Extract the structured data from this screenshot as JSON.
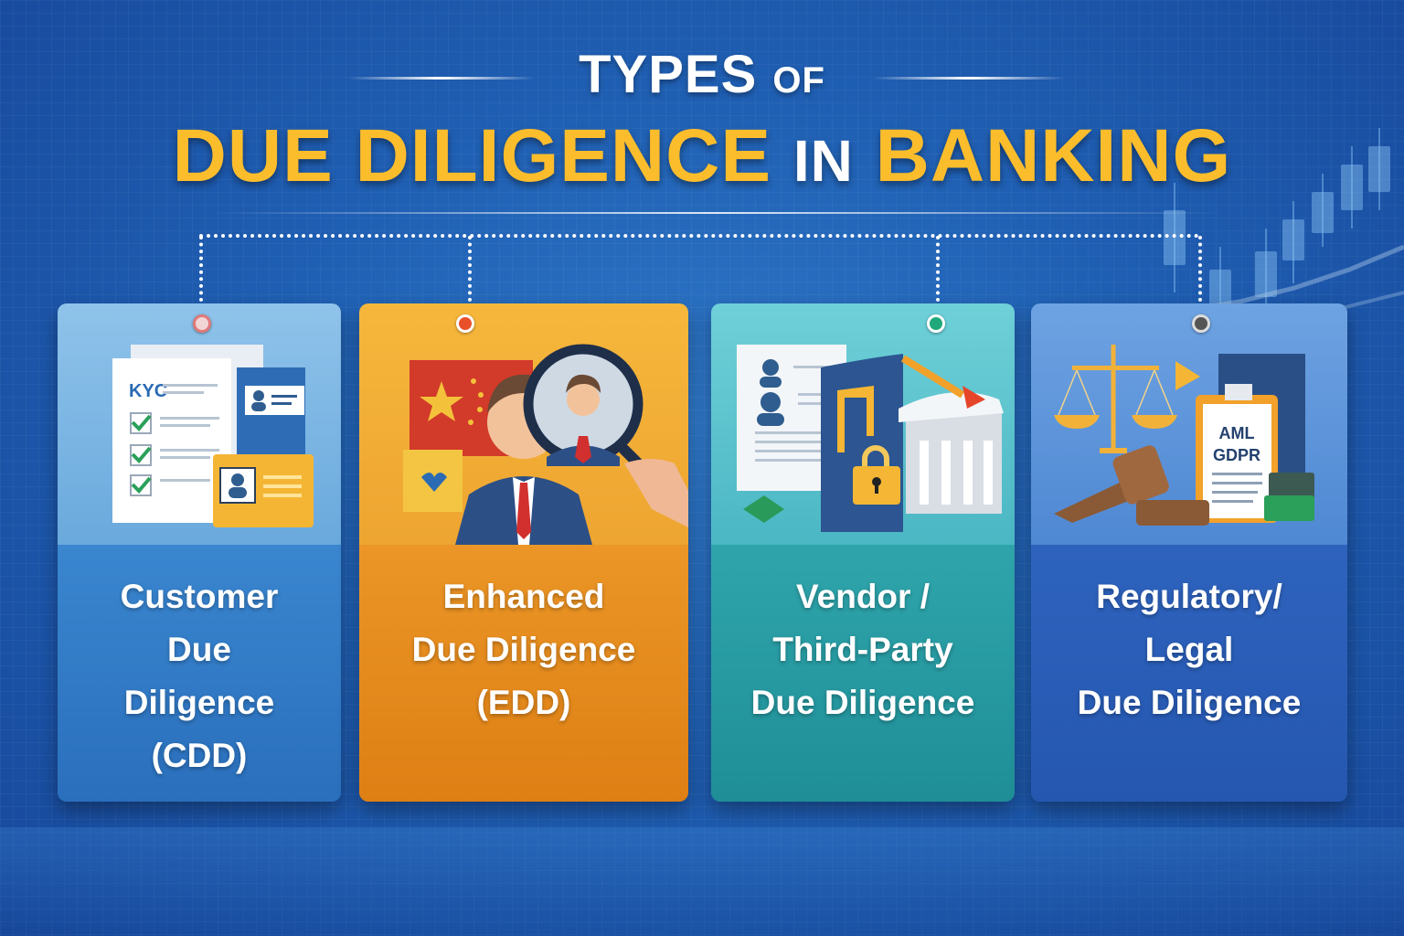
{
  "header": {
    "title_line1": "TYPES",
    "title_line1_small": "OF",
    "title_line2_part1": "DUE DILIGENCE",
    "title_line2_part2": "IN",
    "title_line2_part3": "BANKING"
  },
  "colors": {
    "background": "#1f5fb3",
    "title_accent": "#fbbd2c",
    "title_white": "#ffffff",
    "card_cdd": "#3a86cf",
    "card_edd": "#e58a1d",
    "card_vendor": "#2a9ea6",
    "card_regulatory": "#2a5db5"
  },
  "cards": [
    {
      "id": "cdd",
      "label": "Customer\nDue\nDiligence\n(CDD)",
      "icon": "kyc-checklist-id-card-icon",
      "illustration_text": "KYC",
      "pin_color": "#e07070"
    },
    {
      "id": "edd",
      "label": "Enhanced\nDue Diligence\n(EDD)",
      "icon": "magnifying-glass-person-icon",
      "pin_color": "#e8502a"
    },
    {
      "id": "vendor",
      "label": "Vendor /\nThird-Party\nDue Diligence",
      "icon": "document-lock-bank-icon",
      "pin_color": "#1fa87a"
    },
    {
      "id": "regulatory",
      "label": "Regulatory/\nLegal\nDue Diligence",
      "icon": "scales-gavel-clipboard-icon",
      "illustration_text_1": "AML",
      "illustration_text_2": "GDPR",
      "pin_color": "#555555"
    }
  ]
}
